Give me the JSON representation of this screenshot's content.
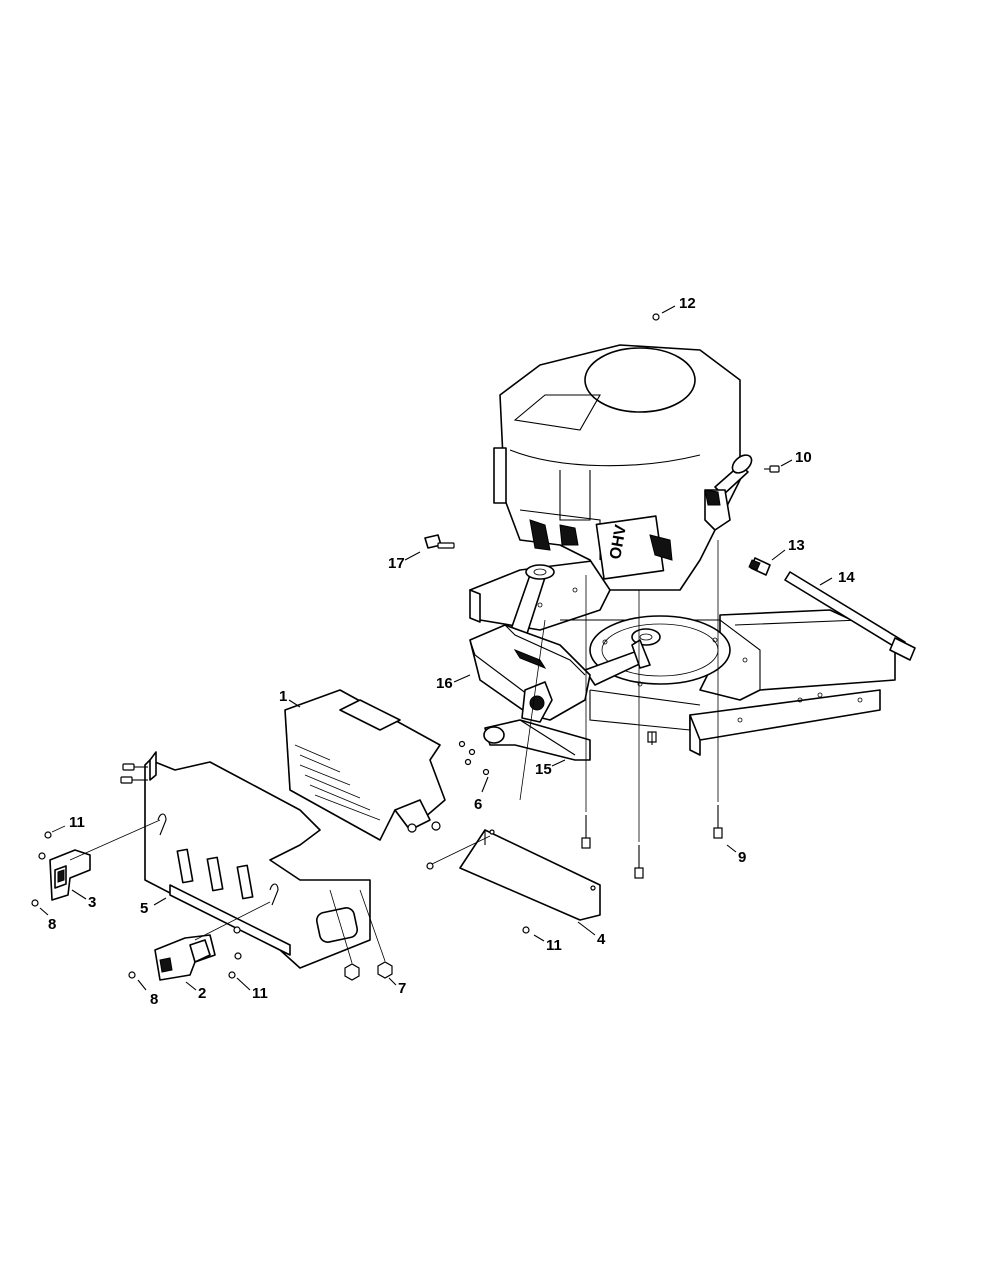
{
  "callouts": {
    "c1": "1",
    "c2": "2",
    "c3": "3",
    "c4": "4",
    "c5": "5",
    "c6": "6",
    "c7": "7",
    "c8a": "8",
    "c8b": "8",
    "c9": "9",
    "c10": "10",
    "c11a": "11",
    "c11b": "11",
    "c11c": "11",
    "c12": "12",
    "c13": "13",
    "c14": "14",
    "c15": "15",
    "c16": "16",
    "c17": "17"
  },
  "engine_label": "OHV"
}
